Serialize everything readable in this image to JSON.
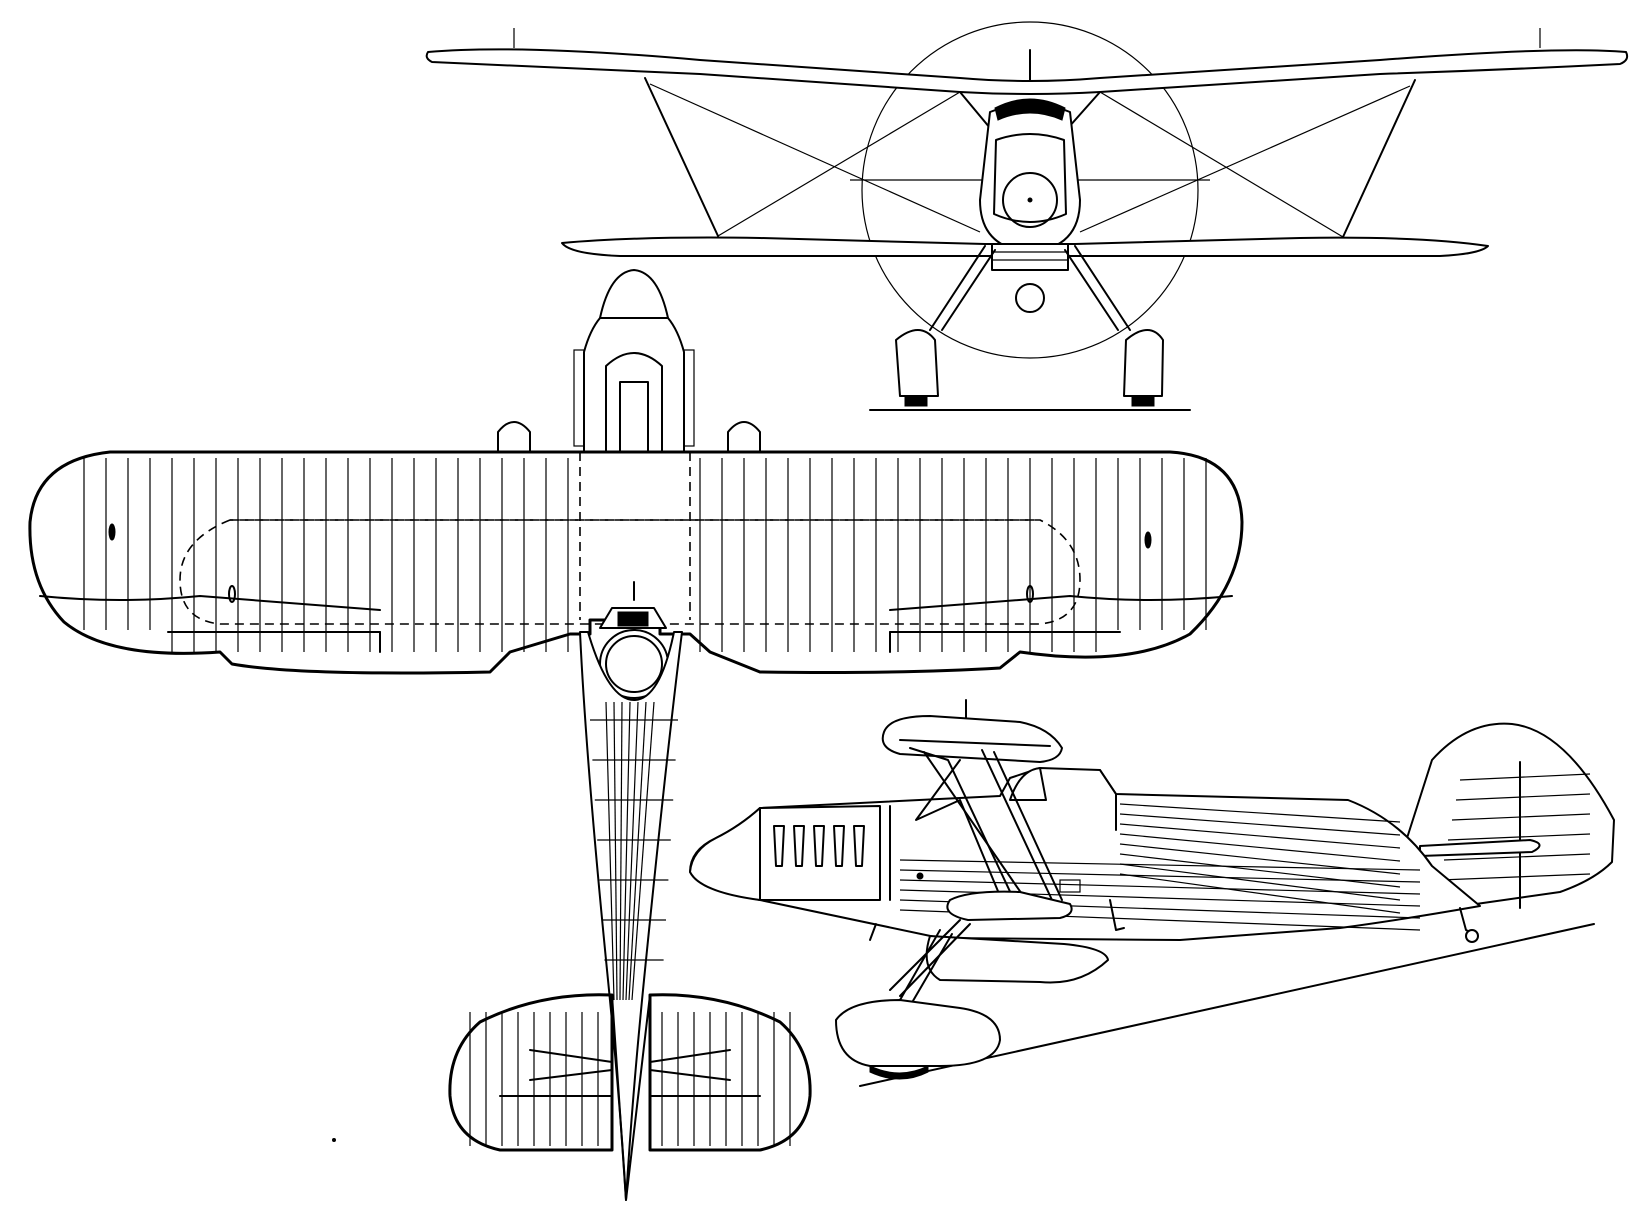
{
  "drawing": {
    "views": [
      {
        "id": "front",
        "name": "front-view"
      },
      {
        "id": "top",
        "name": "plan-view"
      },
      {
        "id": "side",
        "name": "side-view"
      }
    ],
    "colors": {
      "line": "#000000",
      "background": "#ffffff"
    }
  }
}
